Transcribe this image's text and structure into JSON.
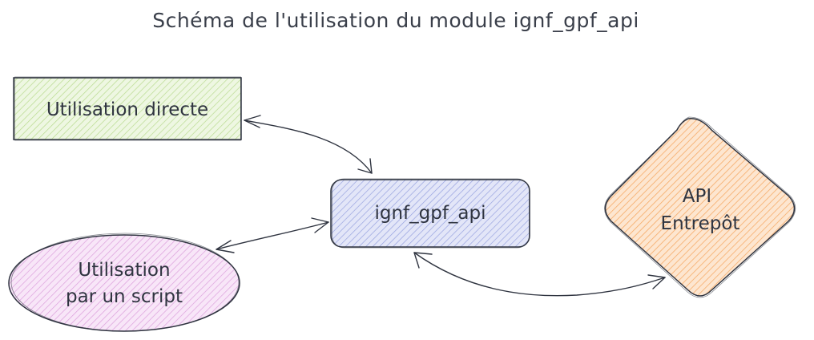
{
  "title": "Schéma de l'utilisation du module ignf_gpf_api",
  "nodes": {
    "direct_use": {
      "label": "Utilisation directe",
      "fill": "#e4f2cf"
    },
    "library": {
      "label": "ignf_gpf_api",
      "fill": "#c9cff0"
    },
    "script_use": {
      "line1": "Utilisation",
      "line2": "par un script",
      "fill": "#f0cdf0"
    },
    "api": {
      "line1": "API",
      "line2": "Entrepôt",
      "fill": "#f9c79a"
    }
  },
  "colors": {
    "stroke": "#2f3440",
    "text": "#2f3440",
    "title": "#3a3f4a"
  }
}
